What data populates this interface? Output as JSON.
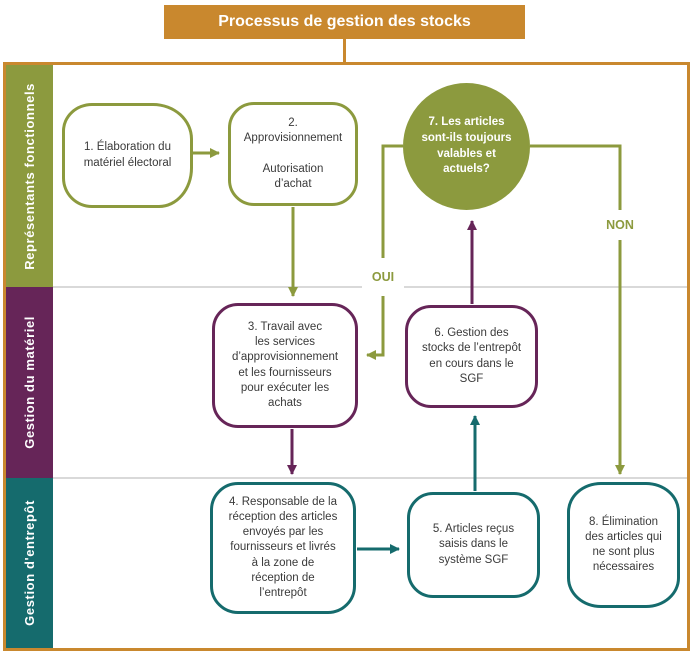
{
  "title": {
    "text": "Processus de gestion des stocks"
  },
  "lanes": [
    {
      "label": "Représentants fonctionnels",
      "color": "#8C9A3E"
    },
    {
      "label": "Gestion du matériel",
      "color": "#662558"
    },
    {
      "label": "Gestion d'entrepôt",
      "color": "#156B6D"
    }
  ],
  "nodes": {
    "n1": "1. Élaboration du\nmatériel électoral",
    "n2": "2.\nApprovisionnement\n\nAutorisation\nd’achat",
    "n3": "3. Travail avec\nles services\nd’approvisionnement\net les fournisseurs\npour exécuter les\nachats",
    "n4": "4. Responsable de la\nréception des articles\nenvoyés par les\nfournisseurs et livrés\nà la zone de\nréception de\nl’entrepôt",
    "n5": "5. Articles reçus\nsaisis dans le\nsystème SGF",
    "n6": "6. Gestion des\nstocks de l’entrepôt\nen cours dans le\nSGF",
    "n7": "7. Les articles\nsont-ils toujours\nvalables et\nactuels?",
    "n8": "8. Élimination\ndes articles qui\nne sont plus\nnécessaires"
  },
  "edge_labels": {
    "oui": "OUI",
    "non": "NON"
  },
  "colors": {
    "title_bg": "#C9882E",
    "olive": "#8C9A3E",
    "purple": "#662558",
    "teal": "#156B6D",
    "divider": "#D9D9D9",
    "node_text": "#3A3A3A"
  }
}
